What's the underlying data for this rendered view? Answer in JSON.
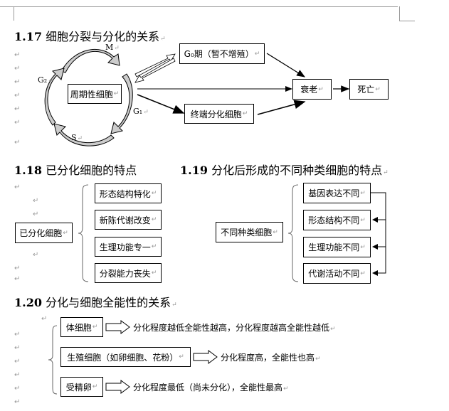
{
  "page": {
    "paragraph_mark": "↵"
  },
  "s117": {
    "num": "1.17",
    "title": "细胞分裂与分化的关系",
    "cycle": {
      "center": "周期性细胞",
      "phases": {
        "M": "M",
        "G2": "G₂",
        "G1": "G₁",
        "S": "S"
      }
    },
    "g0": "G₀期（暂不增殖）",
    "terminal": "终端分化细胞",
    "aging": "衰老",
    "death": "死亡"
  },
  "s118": {
    "num": "1.18",
    "title": "已分化细胞的特点",
    "root": "已分化细胞",
    "items": [
      "形态结构特化",
      "新陈代谢改变",
      "生理功能专一",
      "分裂能力丧失"
    ]
  },
  "s119": {
    "num": "1.19",
    "title": "分化后形成的不同种类细胞的特点",
    "root": "不同种类细胞",
    "items": [
      "基因表达不同",
      "形态结构不同",
      "生理功能不同",
      "代谢活动不同"
    ]
  },
  "s120": {
    "num": "1.20",
    "title": "分化与细胞全能性的关系",
    "rows": [
      {
        "cell": "体细胞",
        "desc": "分化程度越低全能性越高，分化程度越高全能性越低"
      },
      {
        "cell": "生殖细胞（如卵细胞、花粉）",
        "desc": "分化程度高，全能性也高"
      },
      {
        "cell": "受精卵",
        "desc": "分化程度最低（尚未分化），全能性最高"
      }
    ]
  }
}
